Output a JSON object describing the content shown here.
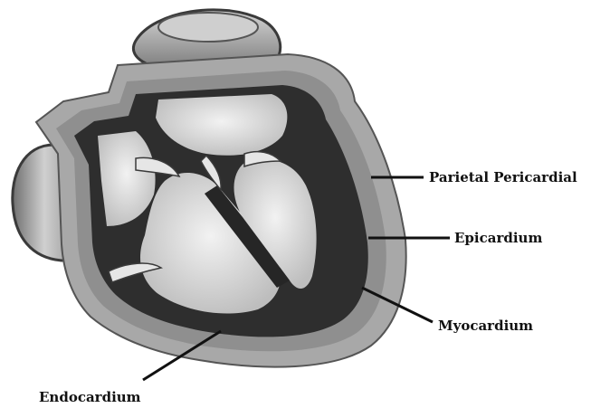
{
  "labels": {
    "parietal": "Parietal Pericardial",
    "epicardium": "Epicardium",
    "myocardium": "Myocardium",
    "endocardium": "Endocardium"
  },
  "colors": {
    "myocardium": "#2e2e2e",
    "pericardium": "#a8a8a8",
    "chamber": "#dedede",
    "vessel": "#9c9c9c",
    "leader": "#111111"
  }
}
